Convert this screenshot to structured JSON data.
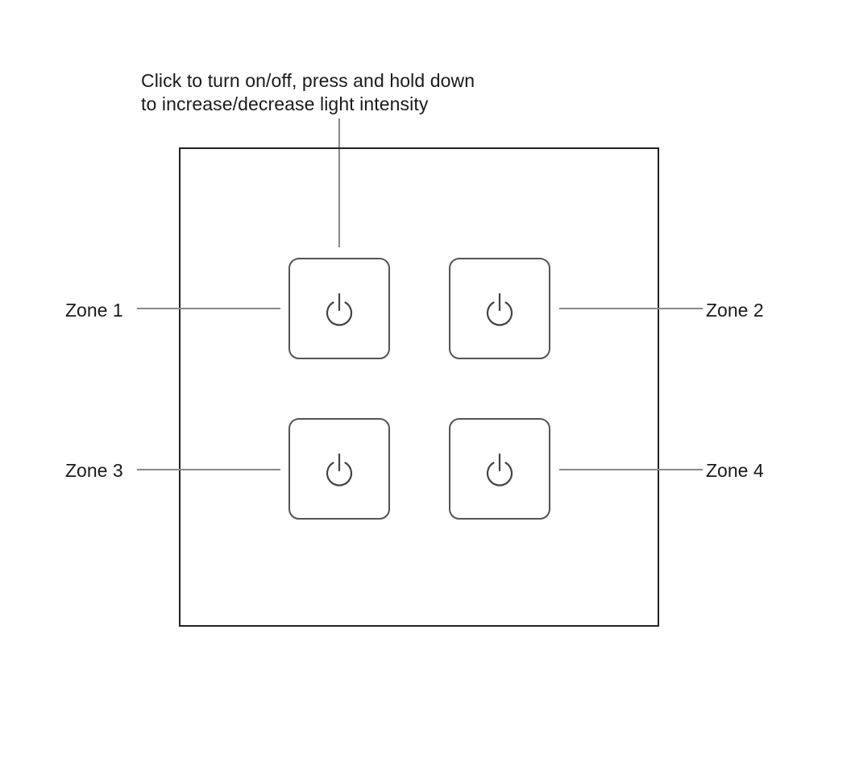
{
  "callout": {
    "line1": "Click to turn on/off, press and hold down",
    "line2": "to increase/decrease light intensity"
  },
  "zones": [
    {
      "label": "Zone 1",
      "icon": "power-icon"
    },
    {
      "label": "Zone 2",
      "icon": "power-icon"
    },
    {
      "label": "Zone 3",
      "icon": "power-icon"
    },
    {
      "label": "Zone 4",
      "icon": "power-icon"
    }
  ],
  "colors": {
    "panel_border": "#222222",
    "button_border": "#555555",
    "leader_line": "#888888",
    "text": "#1a1a1a"
  }
}
